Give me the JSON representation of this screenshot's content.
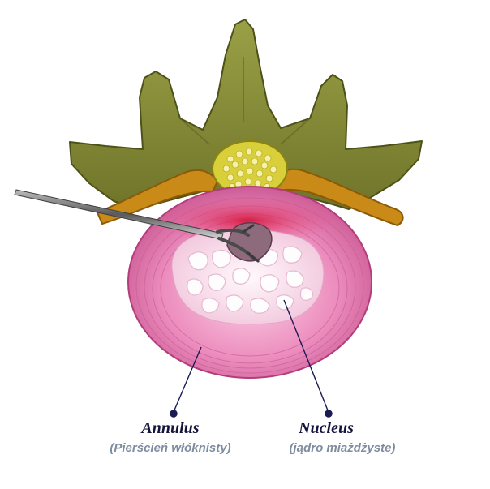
{
  "labels": {
    "annulus": {
      "title": "Annulus",
      "subtitle": "(Pierścień włóknisty)"
    },
    "nucleus": {
      "title": "Nucleus",
      "subtitle": "(jądro miażdżyste)"
    }
  },
  "colors": {
    "vertebra": "#8a8f3c",
    "vertebra_dark": "#5c6120",
    "ligament": "#c98a17",
    "spinal_cord": "#d8cf3a",
    "annulus": "#e77fb4",
    "annulus_dark": "#c24a86",
    "nucleus": "#f7e3ee",
    "herniation": "#d9264e",
    "instrument": "#7f7f7f",
    "leader_line": "#1a1a55",
    "label_title": "#14143c",
    "label_subtitle": "#7f8da1"
  }
}
